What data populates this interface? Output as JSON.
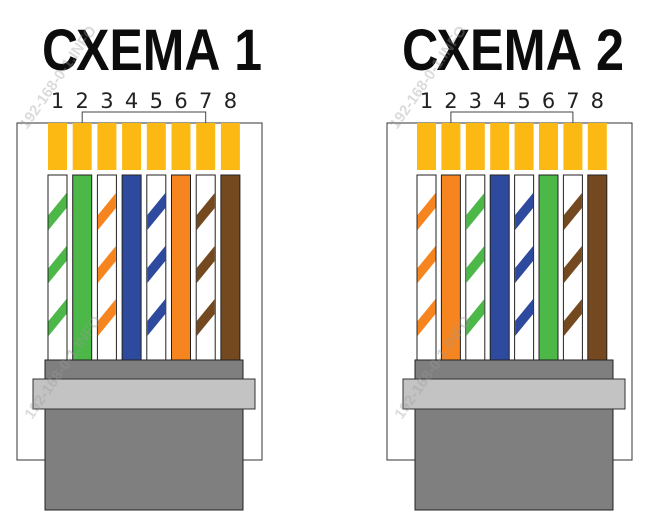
{
  "schemes": [
    {
      "title": "СХЕМА 1",
      "pins": [
        "1",
        "2",
        "3",
        "4",
        "5",
        "6",
        "7",
        "8"
      ],
      "wires": [
        "white-green",
        "green",
        "white-orange",
        "blue",
        "white-blue",
        "orange",
        "white-brown",
        "brown"
      ]
    },
    {
      "title": "СХЕМА 2",
      "pins": [
        "1",
        "2",
        "3",
        "4",
        "5",
        "6",
        "7",
        "8"
      ],
      "wires": [
        "white-orange",
        "orange",
        "white-green",
        "blue",
        "white-blue",
        "green",
        "white-brown",
        "brown"
      ]
    }
  ],
  "watermark": "192-168-0-1.INFO",
  "colors": {
    "contact": "#fdb913",
    "green": "#4cb848",
    "orange": "#f6851f",
    "blue": "#2e4a9e",
    "brown": "#75491f",
    "white": "#ffffff",
    "boot_dark": "#7f7f7f",
    "boot_light": "#c3c3c3",
    "outline": "#333333"
  }
}
